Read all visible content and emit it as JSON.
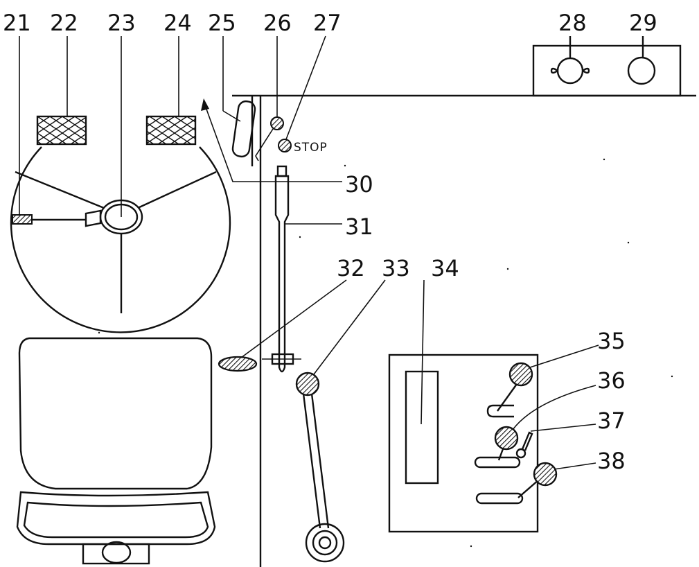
{
  "diagram": {
    "labels": {
      "l21": "21",
      "l22": "22",
      "l23": "23",
      "l24": "24",
      "l25": "25",
      "l26": "26",
      "l27": "27",
      "l28": "28",
      "l29": "29",
      "l30": "30",
      "l31": "31",
      "l32": "32",
      "l33": "33",
      "l34": "34",
      "l35": "35",
      "l36": "36",
      "l37": "37",
      "l38": "38"
    },
    "stop_text": "STOP",
    "colors": {
      "ink": "#111111",
      "paper": "#ffffff"
    }
  }
}
